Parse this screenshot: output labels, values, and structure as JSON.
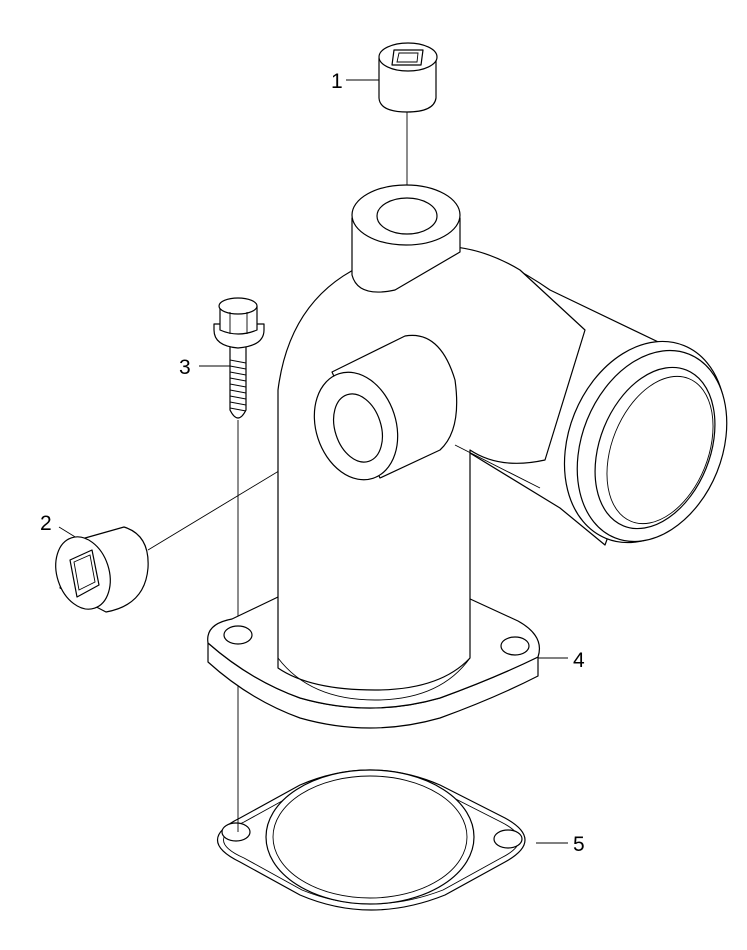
{
  "diagram": {
    "callouts": [
      {
        "id": "callout-1",
        "text": "1",
        "part": "plug-top"
      },
      {
        "id": "callout-2",
        "text": "2",
        "part": "plug-side"
      },
      {
        "id": "callout-3",
        "text": "3",
        "part": "flange-bolt"
      },
      {
        "id": "callout-4",
        "text": "4",
        "part": "water-outlet-housing"
      },
      {
        "id": "callout-5",
        "text": "5",
        "part": "gasket"
      }
    ]
  }
}
